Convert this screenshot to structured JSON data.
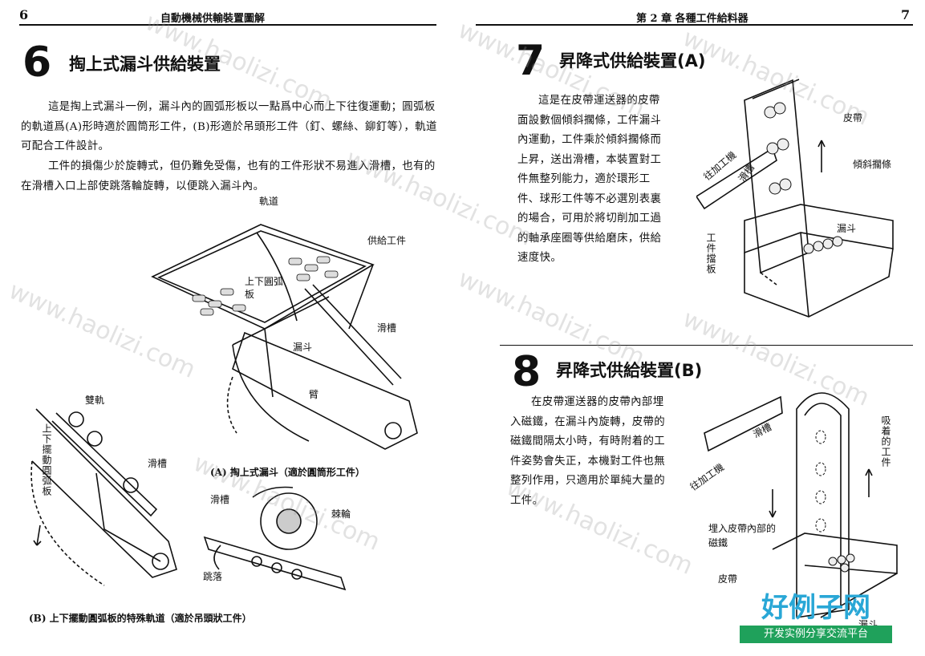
{
  "left": {
    "page_number": "6",
    "running_header": "自動機械供輸裝置圖解",
    "section": {
      "number": "6",
      "title": "掏上式漏斗供給裝置"
    },
    "paragraphs": [
      "這是掏上式漏斗一例，漏斗內的圓弧形板以一點爲中心而上下往復運動；圓弧板的軌道爲(A)形時適於圓筒形工件，(B)形適於吊頭形工件（釘、螺絲、鉚釘等），軌道可配合工件設計。",
      "工件的損傷少於旋轉式，但仍難免受傷，也有的工件形狀不易進入滑槽，也有的在滑槽入口上部使跳落輪旋轉，以便跳入漏斗內。"
    ],
    "figA_labels": {
      "track": "軌道",
      "supply": "供給工件",
      "arc_plate": "上下圓弧板",
      "chute": "滑槽",
      "hopper": "漏斗",
      "arm": "臂"
    },
    "figA_caption": "(A)  掏上式漏斗（適於圓筒形工件）",
    "figB_labels": {
      "double_track": "雙軌",
      "arc_plate_v": "上下擺動圓弧板",
      "chute": "滑槽"
    },
    "figC_labels": {
      "chute": "滑槽",
      "ratchet": "棘輪",
      "drop": "跳落"
    },
    "figB_caption": "(B)  上下擺動圓弧板的特殊軌道（適於吊頭狀工件）"
  },
  "right": {
    "page_number": "7",
    "running_header": "第 2 章  各種工件給料器",
    "section7": {
      "number": "7",
      "title": "昇降式供給裝置(A)"
    },
    "section7_text": "這是在皮帶運送器的皮帶面設數個傾斜擱條，工件漏斗內運動，工件乘於傾斜擱條而上昇，送出滑槽，本裝置對工件無整列能力，適於環形工件、球形工件等不必選別表裏的場合，可用於將切削加工過的軸承座圈等供給磨床，供給速度快。",
    "fig7_labels": {
      "belt": "皮帶",
      "slat": "傾斜擱條",
      "to_process": "往加工機",
      "chute": "滑槽",
      "hopper": "漏斗",
      "stopper": "工件擋板"
    },
    "section8": {
      "number": "8",
      "title": "昇降式供給裝置(B)"
    },
    "section8_text": "在皮帶運送器的皮帶內部埋入磁鐵，在漏斗內旋轉，皮帶的磁鐵間隔太小時，有時附着的工件姿勢會失正，本機對工件也無整列作用，只適用於單純大量的工件。",
    "fig8_labels": {
      "chute": "滑槽",
      "to_process": "往加工機",
      "attached": "吸着的工件",
      "magnet": "埋入皮帶內部的磁鐵",
      "belt": "皮帶",
      "hopper": "漏斗"
    }
  },
  "watermark": "www.haolizi.com",
  "logo": {
    "title": "好例子网",
    "subtitle": "开发实例分享交流平台"
  }
}
